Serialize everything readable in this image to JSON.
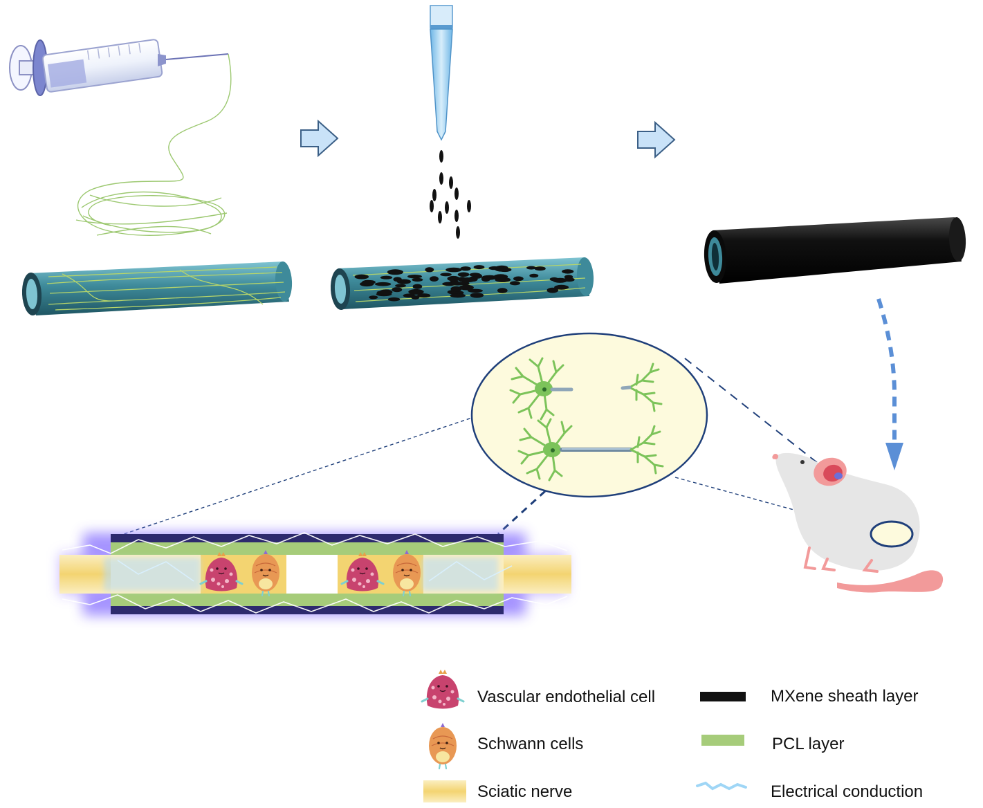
{
  "colors": {
    "conduit_teal": "#3e8a9a",
    "conduit_dark": "#1e4450",
    "fiber_green": "#9cc870",
    "mxene_black": "#111111",
    "pcl_green": "#a6cc7a",
    "nerve_yellow": "#f6dc8a",
    "zoom_fill": "#fdfadd",
    "zoom_stroke": "#1f3f7a",
    "arrow_fill": "#c9e2f8",
    "arrow_stroke": "#3b5f86",
    "dashed_arrow": "#5b8fd6",
    "neuron_green": "#7cc35a",
    "endothelial_pink": "#c8436e",
    "schwann_orange": "#e89854",
    "glow_purple": "#9b88ff",
    "mouse_pink": "#f29a9a"
  },
  "legend": {
    "items": [
      {
        "id": "vascular",
        "icon": "vascular-endothelial-cell-icon",
        "label": "Vascular endothelial cell"
      },
      {
        "id": "schwann",
        "icon": "schwann-cell-icon",
        "label": "Schwann cells"
      },
      {
        "id": "sciatic",
        "icon": "sciatic-nerve-swatch",
        "label": "Sciatic nerve"
      },
      {
        "id": "mxene",
        "icon": "mxene-sheath-swatch",
        "label": "MXene sheath layer"
      },
      {
        "id": "pcl",
        "icon": "pcl-layer-swatch",
        "label": "PCL layer"
      },
      {
        "id": "electrical",
        "icon": "electrical-conduction-swatch",
        "label": "Electrical conduction"
      }
    ]
  }
}
